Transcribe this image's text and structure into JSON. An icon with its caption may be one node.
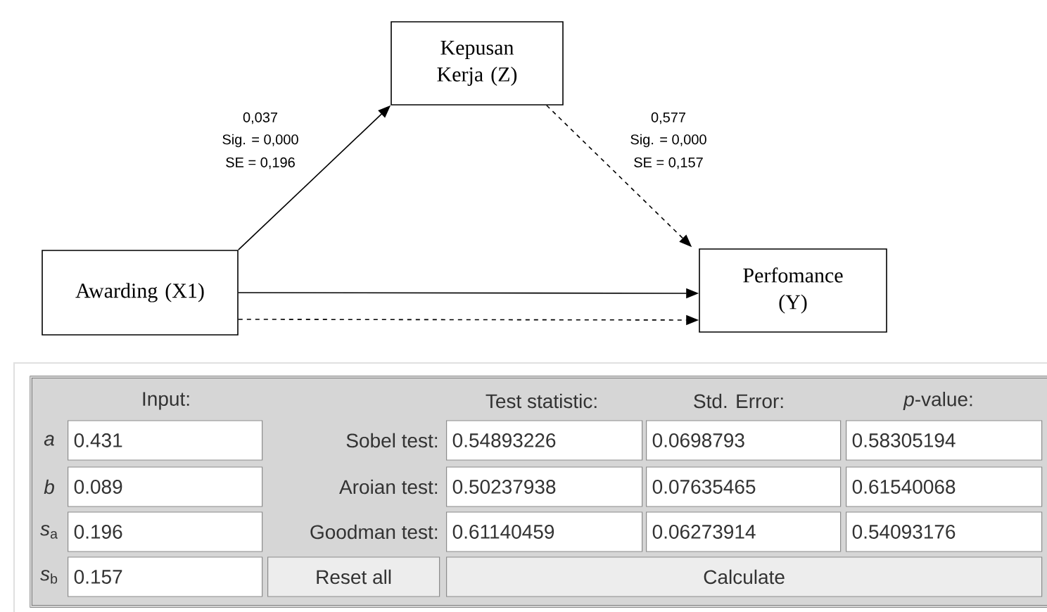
{
  "diagram": {
    "nodes": [
      {
        "text": [
          "Kepusan Kerja (Z)"
        ]
      },
      {
        "text": [
          "Awarding (X1)"
        ]
      },
      {
        "text": [
          "Perfomance (Y)"
        ]
      }
    ],
    "edges": [
      {
        "from": 1,
        "to": 0,
        "arrow": "to"
      },
      {
        "from": 0,
        "to": 2,
        "arrow": "to",
        "style": "dashed"
      },
      {
        "from": 1,
        "to": 2,
        "arrow": "to"
      },
      {
        "from": 1,
        "to": 2,
        "arrow": "to",
        "style": "dashed"
      }
    ],
    "labels": [
      "0,037",
      "Sig. = 0,000",
      "SE = 0,196",
      "0,577",
      "Sig. = 0,000",
      "SE = 0,157",
      "Input:",
      "Test statistic:",
      "Std. Error:",
      "*p*-value:",
      "*a*",
      "0.431",
      "Sobel test:",
      "0.54893226",
      "0.0698793",
      "0.58305194",
      "*b*",
      "0.089",
      "Aroian test:",
      "0.50237938",
      "0.07635465",
      "0.61540068",
      "*s*$_{a}$",
      "0.196",
      "Goodman test:",
      "0.61140459",
      "0.06273914",
      "0.54093176",
      "*s*$_{b}$",
      "0.157",
      "Reset all",
      "Calculate"
    ]
  }
}
